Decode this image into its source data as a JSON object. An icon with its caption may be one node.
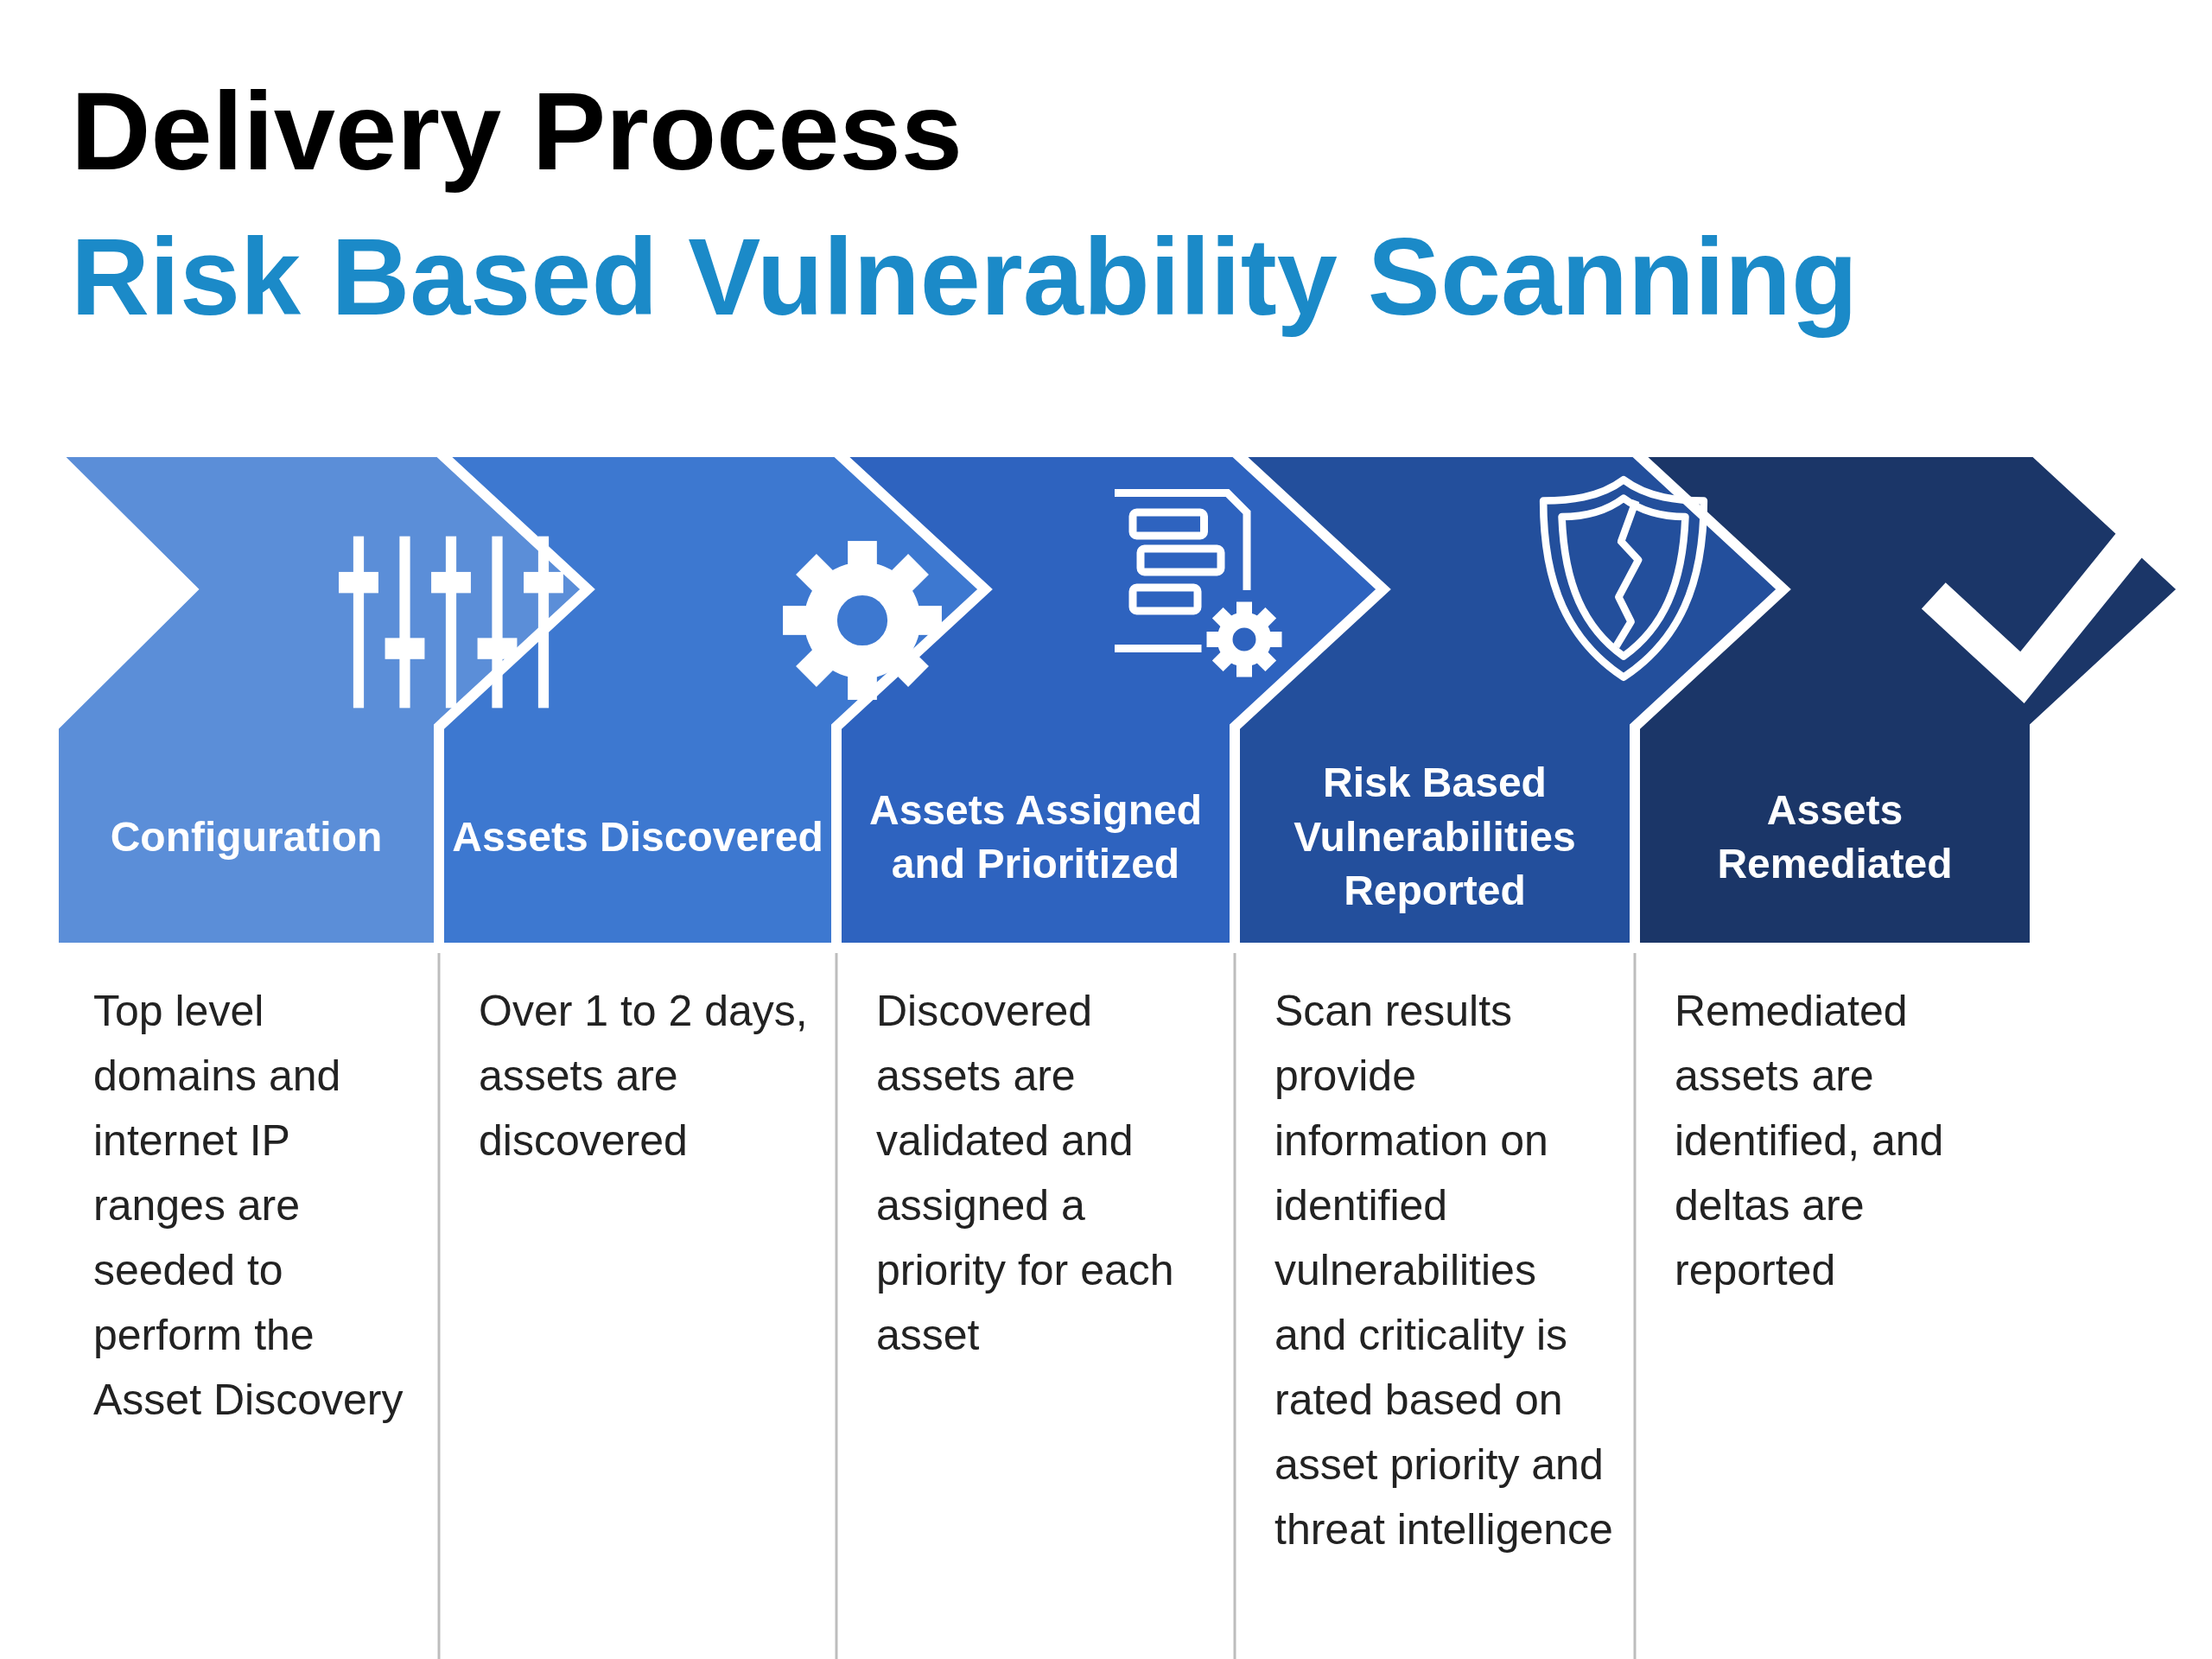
{
  "diagram": {
    "title": "Delivery Process",
    "nodes": [
      {
        "text": [
          "Configuration",
          "Top level domains and internet IP ranges are seeded to perform the Asset Discovery"
        ]
      },
      {
        "text": [
          "Assets Discovered",
          "Over 1 to 2 days, assets are discovered"
        ]
      },
      {
        "text": [
          "Assets Assigned and Prioritized",
          "Discovered assets are validated and assigned a priority for each asset"
        ]
      },
      {
        "text": [
          "Risk Based Vulnerabilities Reported",
          "Scan results provide information on identified vulnerabilities and criticality is rated based on asset priority and threat intelligence"
        ]
      },
      {
        "text": [
          "Assets Remediated",
          "Remediated assets are identified, and deltas are reported"
        ]
      }
    ],
    "labels": [
      "Risk Based Vulnerability Scanning"
    ]
  }
}
